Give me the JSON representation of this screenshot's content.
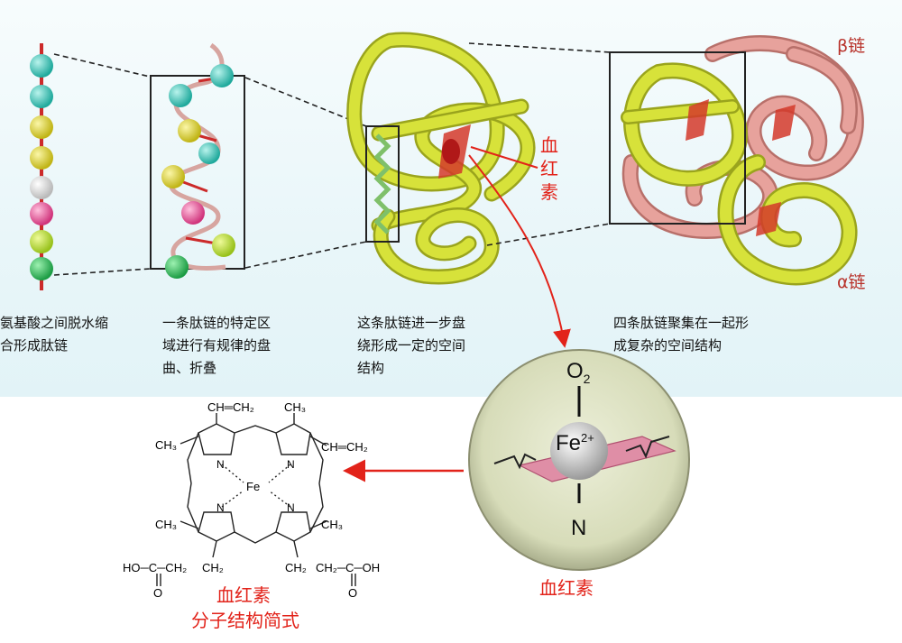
{
  "captions": {
    "step1": "氨基酸之间脱水缩\n合形成肽链",
    "step2": "一条肽链的特定区\n域进行有规律的盘\n曲、折叠",
    "step3": "这条肽链进一步盘\n绕形成一定的空间\n结构",
    "step4": "四条肽链聚集在一起形\n成复杂的空间结构"
  },
  "labels": {
    "heme_pointer": "血\n红\n素",
    "beta_chain": "β链",
    "alpha_chain": "α链",
    "heme_caption": "血红素",
    "formula_caption_line1": "血红素",
    "formula_caption_line2": "分子结构简式"
  },
  "heme_closeup": {
    "o2_base": "O",
    "o2_sub": "2",
    "fe_base": "Fe",
    "fe_charge": "2+",
    "n": "N"
  },
  "formula": {
    "vinyl_top": "CH═CH₂",
    "ch3_top": "CH₃",
    "ch3_left_top": "CH₃",
    "vinyl_right": "CH═CH₂",
    "ch3_left_bottom": "CH₃",
    "ch3_right_bottom": "CH₃",
    "fe": "Fe",
    "n1": "N",
    "n2": "N",
    "n3": "N",
    "n4": "N",
    "acid_left": "HO─C─CH₂",
    "ch2_left": "CH₂",
    "ch2_right": "CH₂",
    "acid_right": "CH₂─C─OH",
    "o_left": "O",
    "o_right": "O"
  },
  "colors": {
    "accent_red": "#e2231a",
    "chain_yellow": "#c9d62a",
    "chain_pink": "#d98c86",
    "heme_red": "#c8281e"
  }
}
